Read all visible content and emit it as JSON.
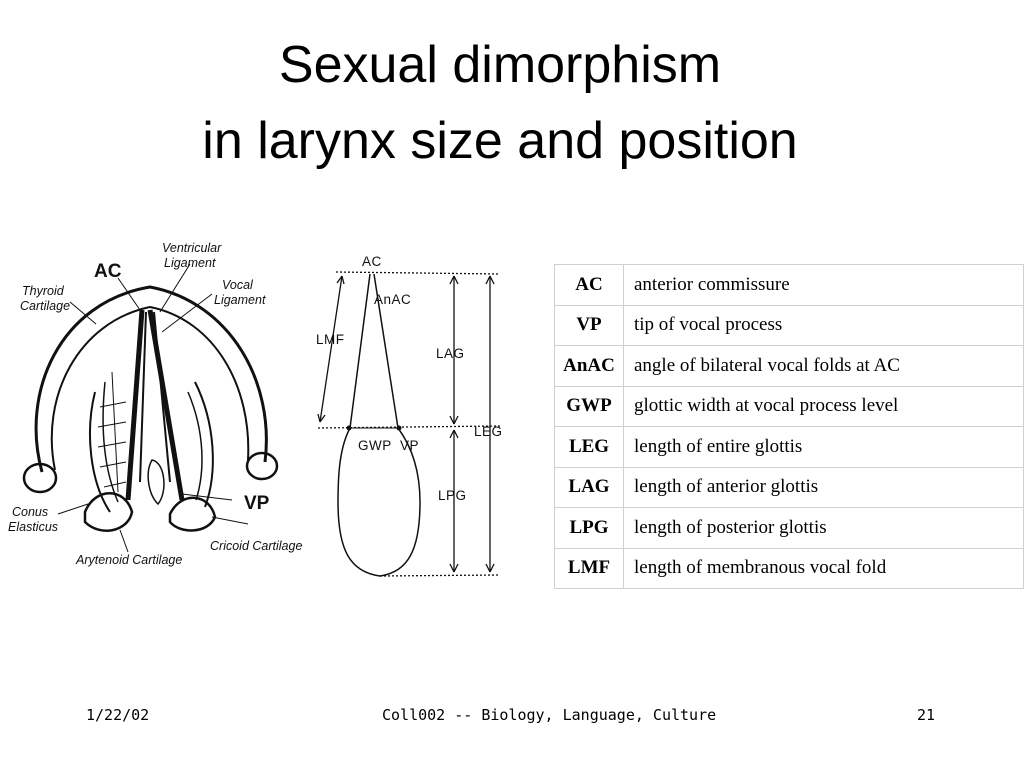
{
  "slide": {
    "title_line1": "Sexual dimorphism",
    "title_line2": "in larynx size and position"
  },
  "figure": {
    "left_labels": {
      "ac": "AC",
      "ventricular_line1": "Ventricular",
      "ventricular_line2": "Ligament",
      "vocal_line1": "Vocal",
      "vocal_line2": "Ligament",
      "thyroid_line1": "Thyroid",
      "thyroid_line2": "Cartilage",
      "conus_line1": "Conus",
      "conus_line2": "Elasticus",
      "vp": "VP",
      "cricoid": "Cricoid Cartilage",
      "arytenoid": "Arytenoid Cartilage"
    },
    "right_labels": {
      "ac": "AC",
      "anac": "AnAC",
      "lmf": "LMF",
      "lag": "LAG",
      "gwp": "GWP",
      "vp": "VP",
      "leg": "LEG",
      "lpg": "LPG"
    }
  },
  "definitions": [
    {
      "abbr": "AC",
      "meaning": "anterior commissure"
    },
    {
      "abbr": "VP",
      "meaning": "tip of vocal process"
    },
    {
      "abbr": "AnAC",
      "meaning": "angle of bilateral vocal folds at AC"
    },
    {
      "abbr": "GWP",
      "meaning": "glottic width at vocal process level"
    },
    {
      "abbr": "LEG",
      "meaning": "length of entire glottis"
    },
    {
      "abbr": "LAG",
      "meaning": "length of anterior glottis"
    },
    {
      "abbr": "LPG",
      "meaning": "length of posterior glottis"
    },
    {
      "abbr": "LMF",
      "meaning": "length of membranous vocal fold"
    }
  ],
  "footer": {
    "date": "1/22/02",
    "center": "Coll002 -- Biology, Language, Culture",
    "page": "21"
  }
}
